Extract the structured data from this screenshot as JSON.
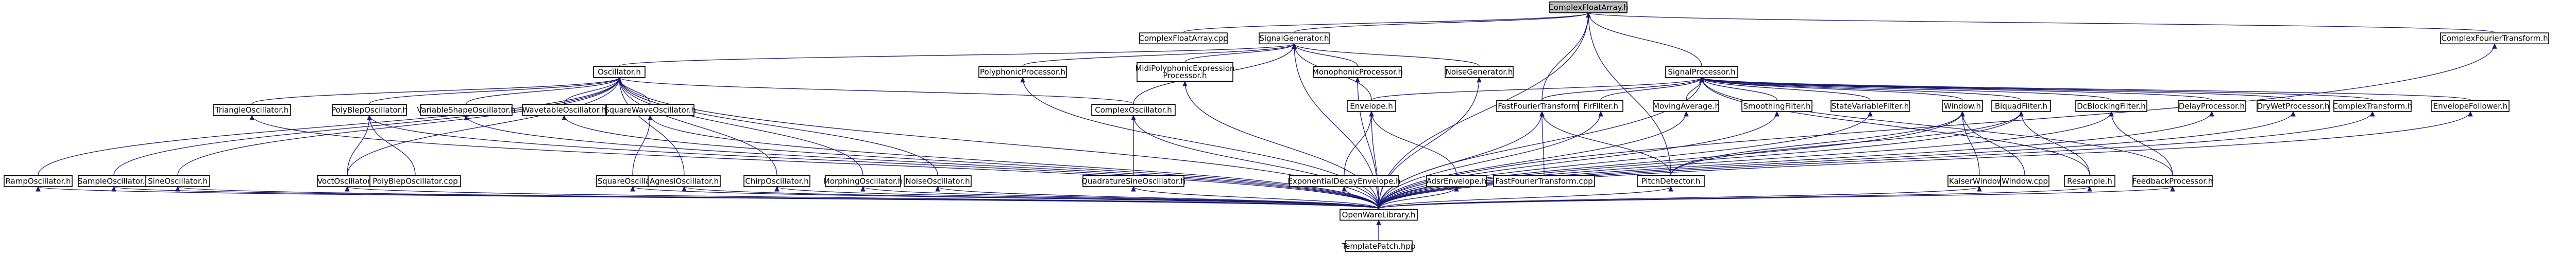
{
  "graph": {
    "nodes": [
      {
        "id": "cfa",
        "label": "ComplexFloatArray.h",
        "root": true
      },
      {
        "id": "sg",
        "label": "SignalGenerator.h"
      },
      {
        "id": "cfacpp",
        "label": "ComplexFloatArray.cpp"
      },
      {
        "id": "sp",
        "label": "SignalProcessor.h"
      },
      {
        "id": "cft",
        "label": "ComplexFourierTransform.h"
      },
      {
        "id": "osc",
        "label": "Oscillator.h"
      },
      {
        "id": "poly",
        "label": "PolyphonicProcessor.h"
      },
      {
        "id": "midi",
        "label": "MidiPolyphonicExpression\nProcessor.h"
      },
      {
        "id": "mono",
        "label": "MonophonicProcessor.h"
      },
      {
        "id": "noisegen",
        "label": "NoiseGenerator.h"
      },
      {
        "id": "env",
        "label": "Envelope.h"
      },
      {
        "id": "fft",
        "label": "FastFourierTransform.h"
      },
      {
        "id": "fir",
        "label": "FirFilter.h"
      },
      {
        "id": "ma",
        "label": "MovingAverage.h"
      },
      {
        "id": "sf",
        "label": "SmoothingFilter.h"
      },
      {
        "id": "svf",
        "label": "StateVariableFilter.h"
      },
      {
        "id": "win",
        "label": "Window.h"
      },
      {
        "id": "biq",
        "label": "BiquadFilter.h"
      },
      {
        "id": "dcb",
        "label": "DcBlockingFilter.h"
      },
      {
        "id": "delay",
        "label": "DelayProcessor.h"
      },
      {
        "id": "drywet",
        "label": "DryWetProcessor.h"
      },
      {
        "id": "ct",
        "label": "ComplexTransform.h"
      },
      {
        "id": "ef",
        "label": "EnvelopeFollower.h"
      },
      {
        "id": "tri",
        "label": "TriangleOscillator.h"
      },
      {
        "id": "polyblep",
        "label": "PolyBlepOscillator.h"
      },
      {
        "id": "vso",
        "label": "VariableShapeOscillator.h"
      },
      {
        "id": "wto",
        "label": "WavetableOscillator.h"
      },
      {
        "id": "sqw",
        "label": "SquareWaveOscillator.h"
      },
      {
        "id": "complexosc",
        "label": "ComplexOscillator.h"
      },
      {
        "id": "ramp",
        "label": "RampOscillator.h"
      },
      {
        "id": "sample",
        "label": "SampleOscillator.h"
      },
      {
        "id": "sine",
        "label": "SineOscillator.h"
      },
      {
        "id": "voct",
        "label": "VoctOscillator.h"
      },
      {
        "id": "polyblepcpp",
        "label": "PolyBlepOscillator.cpp"
      },
      {
        "id": "sqo",
        "label": "SquareOscillator.h"
      },
      {
        "id": "agnesi",
        "label": "AgnesiOscillator.h"
      },
      {
        "id": "chirp",
        "label": "ChirpOscillator.h"
      },
      {
        "id": "morph",
        "label": "MorphingOscillator.h"
      },
      {
        "id": "noiseosc",
        "label": "NoiseOscillator.h"
      },
      {
        "id": "quad",
        "label": "QuadratureSineOscillator.h"
      },
      {
        "id": "expenv",
        "label": "ExponentialDecayEnvelope.h"
      },
      {
        "id": "adsr",
        "label": "AdsrEnvelope.h"
      },
      {
        "id": "fftcpp",
        "label": "FastFourierTransform.cpp"
      },
      {
        "id": "pitch",
        "label": "PitchDetector.h"
      },
      {
        "id": "kaiser",
        "label": "KaiserWindow.h"
      },
      {
        "id": "wincpp",
        "label": "Window.cpp"
      },
      {
        "id": "resample",
        "label": "Resample.h"
      },
      {
        "id": "feedback",
        "label": "FeedbackProcessor.h"
      },
      {
        "id": "owl",
        "label": "OpenWareLibrary.h"
      },
      {
        "id": "tp",
        "label": "TemplatePatch.hpp"
      }
    ],
    "edges": [
      [
        "cfa",
        "sg"
      ],
      [
        "cfa",
        "cfacpp"
      ],
      [
        "cfa",
        "sp"
      ],
      [
        "cfa",
        "cft"
      ],
      [
        "cfa",
        "fft"
      ],
      [
        "cfa",
        "pitch"
      ],
      [
        "cfa",
        "owl"
      ],
      [
        "sg",
        "osc"
      ],
      [
        "sg",
        "poly"
      ],
      [
        "sg",
        "midi"
      ],
      [
        "sg",
        "mono"
      ],
      [
        "sg",
        "noisegen"
      ],
      [
        "sg",
        "env"
      ],
      [
        "sg",
        "owl"
      ],
      [
        "sg",
        "complexosc"
      ],
      [
        "sp",
        "env"
      ],
      [
        "sp",
        "fft"
      ],
      [
        "sp",
        "fir"
      ],
      [
        "sp",
        "ma"
      ],
      [
        "sp",
        "sf"
      ],
      [
        "sp",
        "svf"
      ],
      [
        "sp",
        "win"
      ],
      [
        "sp",
        "biq"
      ],
      [
        "sp",
        "dcb"
      ],
      [
        "sp",
        "delay"
      ],
      [
        "sp",
        "drywet"
      ],
      [
        "sp",
        "ct"
      ],
      [
        "sp",
        "ef"
      ],
      [
        "sp",
        "resample"
      ],
      [
        "sp",
        "feedback"
      ],
      [
        "sp",
        "owl"
      ],
      [
        "cft",
        "owl"
      ],
      [
        "osc",
        "tri"
      ],
      [
        "osc",
        "polyblep"
      ],
      [
        "osc",
        "vso"
      ],
      [
        "osc",
        "wto"
      ],
      [
        "osc",
        "sqw"
      ],
      [
        "osc",
        "complexosc"
      ],
      [
        "osc",
        "ramp"
      ],
      [
        "osc",
        "sample"
      ],
      [
        "osc",
        "sine"
      ],
      [
        "osc",
        "voct"
      ],
      [
        "osc",
        "agnesi"
      ],
      [
        "osc",
        "chirp"
      ],
      [
        "osc",
        "morph"
      ],
      [
        "osc",
        "noiseosc"
      ],
      [
        "osc",
        "owl"
      ],
      [
        "poly",
        "owl"
      ],
      [
        "midi",
        "owl"
      ],
      [
        "mono",
        "owl"
      ],
      [
        "noisegen",
        "owl"
      ],
      [
        "env",
        "expenv"
      ],
      [
        "env",
        "adsr"
      ],
      [
        "env",
        "owl"
      ],
      [
        "fft",
        "fftcpp"
      ],
      [
        "fft",
        "pitch"
      ],
      [
        "fft",
        "owl"
      ],
      [
        "fir",
        "owl"
      ],
      [
        "ma",
        "owl"
      ],
      [
        "sf",
        "owl"
      ],
      [
        "svf",
        "owl"
      ],
      [
        "win",
        "pitch"
      ],
      [
        "win",
        "kaiser"
      ],
      [
        "win",
        "wincpp"
      ],
      [
        "win",
        "owl"
      ],
      [
        "biq",
        "pitch"
      ],
      [
        "biq",
        "resample"
      ],
      [
        "biq",
        "owl"
      ],
      [
        "dcb",
        "feedback"
      ],
      [
        "dcb",
        "owl"
      ],
      [
        "delay",
        "owl"
      ],
      [
        "drywet",
        "owl"
      ],
      [
        "ct",
        "owl"
      ],
      [
        "ef",
        "owl"
      ],
      [
        "tri",
        "owl"
      ],
      [
        "polyblep",
        "voct"
      ],
      [
        "polyblep",
        "polyblepcpp"
      ],
      [
        "polyblep",
        "owl"
      ],
      [
        "vso",
        "owl"
      ],
      [
        "wto",
        "owl"
      ],
      [
        "sqw",
        "sqo"
      ],
      [
        "sqw",
        "owl"
      ],
      [
        "complexosc",
        "quad"
      ],
      [
        "complexosc",
        "owl"
      ],
      [
        "ramp",
        "owl"
      ],
      [
        "sample",
        "owl"
      ],
      [
        "sine",
        "owl"
      ],
      [
        "voct",
        "owl"
      ],
      [
        "sqo",
        "owl"
      ],
      [
        "agnesi",
        "owl"
      ],
      [
        "chirp",
        "owl"
      ],
      [
        "morph",
        "owl"
      ],
      [
        "noiseosc",
        "owl"
      ],
      [
        "quad",
        "owl"
      ],
      [
        "expenv",
        "owl"
      ],
      [
        "adsr",
        "owl"
      ],
      [
        "pitch",
        "owl"
      ],
      [
        "kaiser",
        "owl"
      ],
      [
        "resample",
        "owl"
      ],
      [
        "feedback",
        "owl"
      ],
      [
        "owl",
        "tp"
      ]
    ]
  }
}
